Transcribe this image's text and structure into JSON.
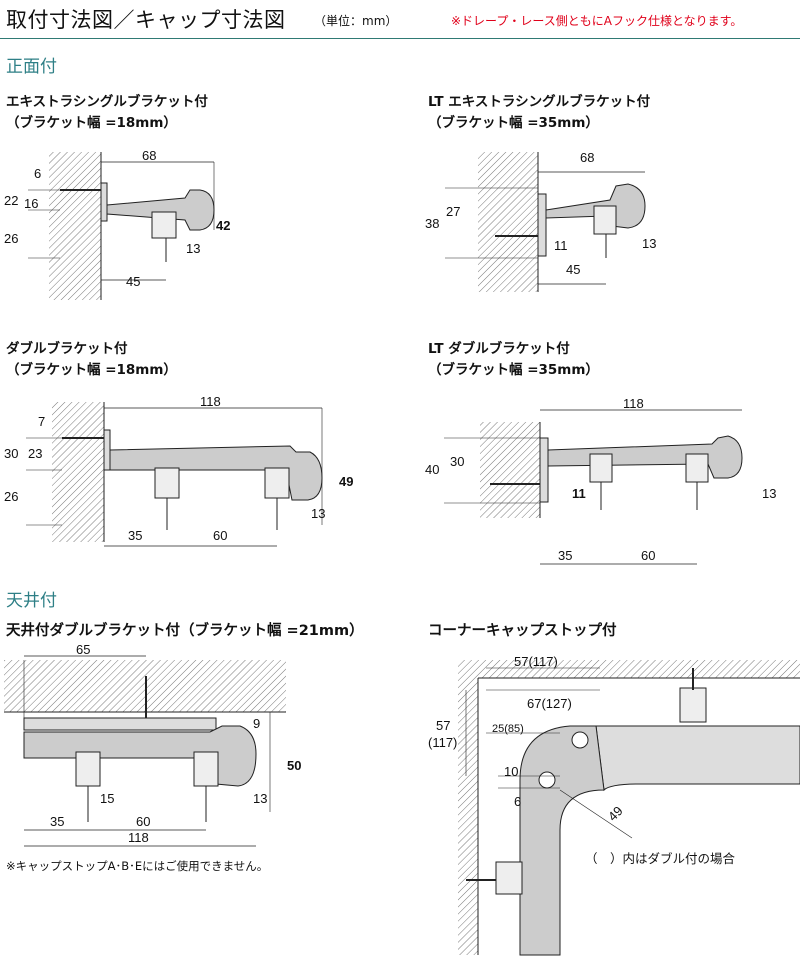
{
  "header": {
    "title": "取付寸法図／キャップ寸法図",
    "unit": "（単位：mm）",
    "note": "※ドレープ・レース側ともにAフック仕様となります。"
  },
  "sections": {
    "front": "正面付",
    "ceiling": "天井付"
  },
  "diagrams": {
    "ext_single_18": {
      "title": "エキストラシングルブラケット付\n（ブラケット幅 =18mm）",
      "dims": {
        "width": "68",
        "screw": "6",
        "upper": "22",
        "mid": "16",
        "lower": "26",
        "height": "42",
        "hook": "13",
        "offset": "45"
      }
    },
    "lt_ext_single_35": {
      "title": "LT エキストラシングルブラケット付\n（ブラケット幅 =35mm）",
      "dims": {
        "width": "68",
        "outer": "38",
        "inner": "27",
        "gap": "11",
        "hook": "13",
        "offset": "45"
      }
    },
    "double_18": {
      "title": "ダブルブラケット付\n（ブラケット幅 =18mm）",
      "dims": {
        "width": "118",
        "screw": "7",
        "upper": "30",
        "mid": "23",
        "lower": "26",
        "height": "49",
        "hook": "13",
        "offset1": "35",
        "offset2": "60"
      }
    },
    "lt_double_35": {
      "title": "LT ダブルブラケット付\n（ブラケット幅 =35mm）",
      "dims": {
        "width": "118",
        "outer": "40",
        "inner": "30",
        "gap": "11",
        "hook": "13",
        "offset1": "35",
        "offset2": "60"
      }
    },
    "ceiling_double_21": {
      "title": "天井付ダブルブラケット付（ブラケット幅 =21mm）",
      "dims": {
        "top": "65",
        "gap": "9",
        "height": "50",
        "hook_a": "15",
        "hook_b": "13",
        "offset1": "35",
        "offset2": "60",
        "width": "118"
      },
      "note": "※キャップストップA･B･Eにはご使用できません。"
    },
    "corner_cap": {
      "title": "コーナーキャップストップ付",
      "dims": {
        "outer": "57(117)",
        "inner": "67(127)",
        "side_a": "57",
        "side_b": "(117)",
        "radius": "25(85)",
        "d10": "10",
        "d6": "6",
        "d49": "49"
      },
      "note": "（　）内はダブル付の場合"
    }
  },
  "colors": {
    "accent": "#2e7f86",
    "note_red": "#e0001a"
  }
}
